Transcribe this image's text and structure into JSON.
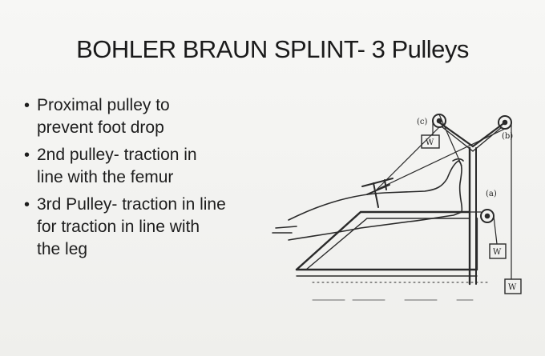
{
  "title": "BOHLER BRAUN SPLINT- 3 Pulleys",
  "bullets": [
    {
      "lines": [
        "Proximal pulley to",
        "prevent foot drop"
      ]
    },
    {
      "lines": [
        "2nd pulley- traction in",
        "line with the femur"
      ]
    },
    {
      "lines": [
        "3rd Pulley- traction in line",
        "for traction in line with",
        "the leg"
      ]
    }
  ],
  "figure": {
    "label_c": "(c)",
    "label_b": "(b)",
    "label_a": "(a)",
    "weight_1": "W",
    "weight_2": "W",
    "weight_3": "W"
  }
}
